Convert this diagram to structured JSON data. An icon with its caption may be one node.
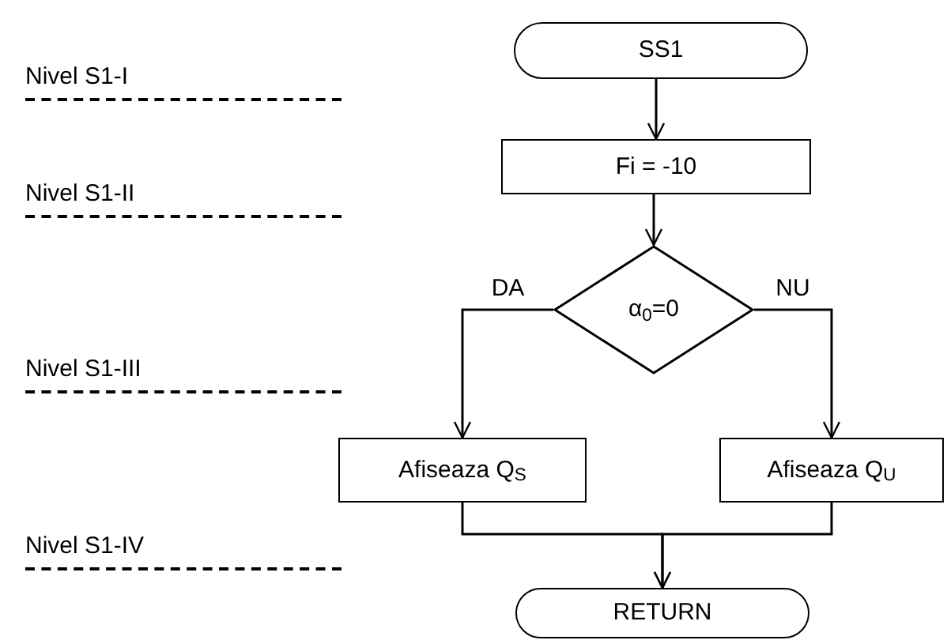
{
  "diagram": {
    "nodes": [
      {
        "text": [
          "SS1"
        ]
      },
      {
        "text": [
          "Fi = -10"
        ]
      },
      {
        "text": [
          "α$_{0}$=0"
        ]
      },
      {
        "text": [
          "Afiseaza Q$_{S}$"
        ]
      },
      {
        "text": [
          "Afiseaza Q$_{U}$"
        ]
      },
      {
        "text": [
          "RETURN"
        ]
      }
    ],
    "edges": [
      {
        "from": 0,
        "to": 1,
        "arrow": "to"
      },
      {
        "from": 1,
        "to": 2,
        "arrow": "to"
      },
      {
        "from": 2,
        "to": 3,
        "arrow": "to",
        "label": "DA"
      },
      {
        "from": 2,
        "to": 4,
        "arrow": "to",
        "label": "NU"
      },
      {
        "from": 3,
        "to": 5,
        "arrow": "to"
      },
      {
        "from": 4,
        "to": 5,
        "arrow": "to"
      }
    ],
    "labels": [
      "Nivel S1-I",
      "Nivel S1-II",
      "Nivel S1-III",
      "Nivel S1-IV"
    ]
  }
}
